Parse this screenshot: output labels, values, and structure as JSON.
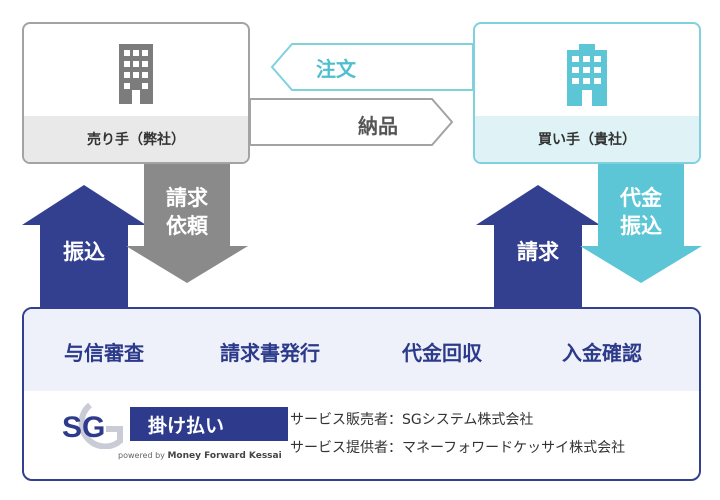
{
  "seller": {
    "label": "売り手（弊社）",
    "icon": "building-icon"
  },
  "buyer": {
    "label": "買い手（貴社）",
    "icon": "building-icon"
  },
  "flows": {
    "order": "注文",
    "delivery": "納品",
    "payment_to_seller": "振込",
    "billing_request": [
      "請求",
      "依頼"
    ],
    "billing": "請求",
    "buyer_payment": [
      "代金",
      "振込"
    ]
  },
  "platform": {
    "services": [
      "与信審査",
      "請求書発行",
      "代金回収",
      "入金確認"
    ],
    "brand": {
      "logo_text": "SG",
      "title": "掛け払い",
      "powered_prefix": "powered by",
      "powered_name": "Money Forward Kessai"
    },
    "providers": [
      "サービス販売者：SGシステム株式会社",
      "サービス提供者：マネーフォワードケッサイ株式会社"
    ]
  },
  "colors": {
    "navy": "#33408f",
    "gray": "#8a8a8a",
    "teal": "#5cc6d6",
    "teal_text": "#4fbfcf",
    "seller_border": "#a3a3a3",
    "buyer_border": "#7fd1de"
  }
}
